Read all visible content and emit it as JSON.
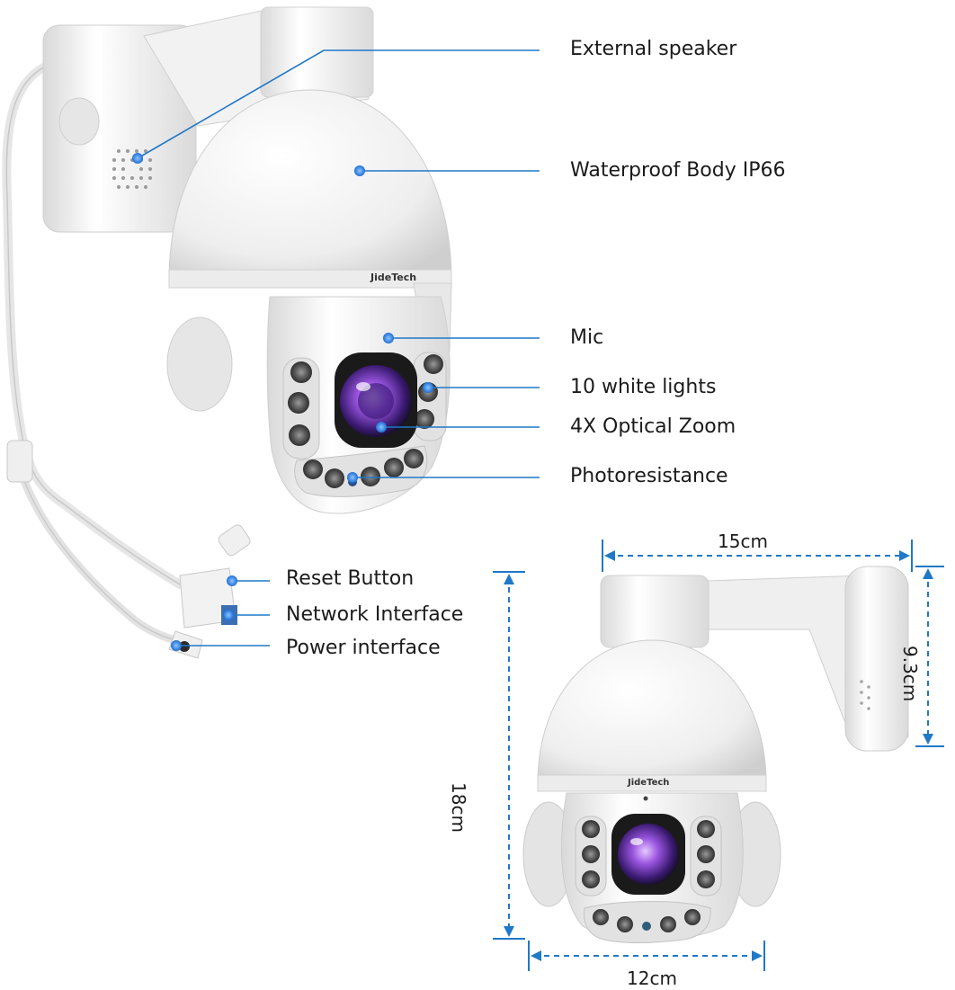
{
  "callouts": {
    "external_speaker": "External speaker",
    "waterproof_body": "Waterproof Body IP66",
    "mic": "Mic",
    "white_lights": "10 white lights",
    "optical_zoom": "4X Optical Zoom",
    "photoresistance": "Photoresistance",
    "reset_button": "Reset Button",
    "network_interface": "Network Interface",
    "power_interface": "Power interface"
  },
  "dimensions": {
    "bracket_width": "15cm",
    "bracket_height": "9.3cm",
    "total_height": "18cm",
    "dome_width": "12cm"
  },
  "brand": "JideTech",
  "colors": {
    "leader_line": "#1f78c8",
    "dot": "#2d8cf0",
    "dimension": "#1f78c8",
    "body": "#f4f4f4",
    "lens": "#8a4bd6"
  }
}
